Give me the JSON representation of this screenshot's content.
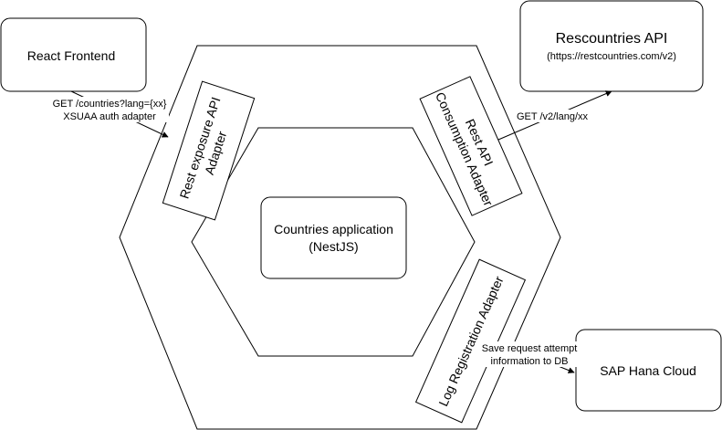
{
  "nodes": {
    "react_frontend": {
      "label": "React Frontend"
    },
    "rescountries_api": {
      "label": "Rescountries API",
      "sublabel": "(https://restcountries.com/v2)"
    },
    "sap_hana": {
      "label": "SAP Hana Cloud"
    },
    "core": {
      "line1": "Countries application",
      "line2": "(NestJS)"
    }
  },
  "adapters": {
    "rest_exposure": {
      "line1": "Rest exposure API",
      "line2": "Adapter"
    },
    "rest_consumption": {
      "line1": "Rest API",
      "line2": "Consumption Adapter"
    },
    "log_registration": {
      "line1": "Log Registration Adapter"
    }
  },
  "edges": {
    "frontend_to_exposure": {
      "line1": "GET /countries?lang={xx}",
      "line2": "XSUAA auth adapter"
    },
    "consumption_to_api": {
      "label": "GET /v2/lang/xx"
    },
    "log_to_hana": {
      "line1": "Save request attempt",
      "line2": "information to DB"
    }
  }
}
